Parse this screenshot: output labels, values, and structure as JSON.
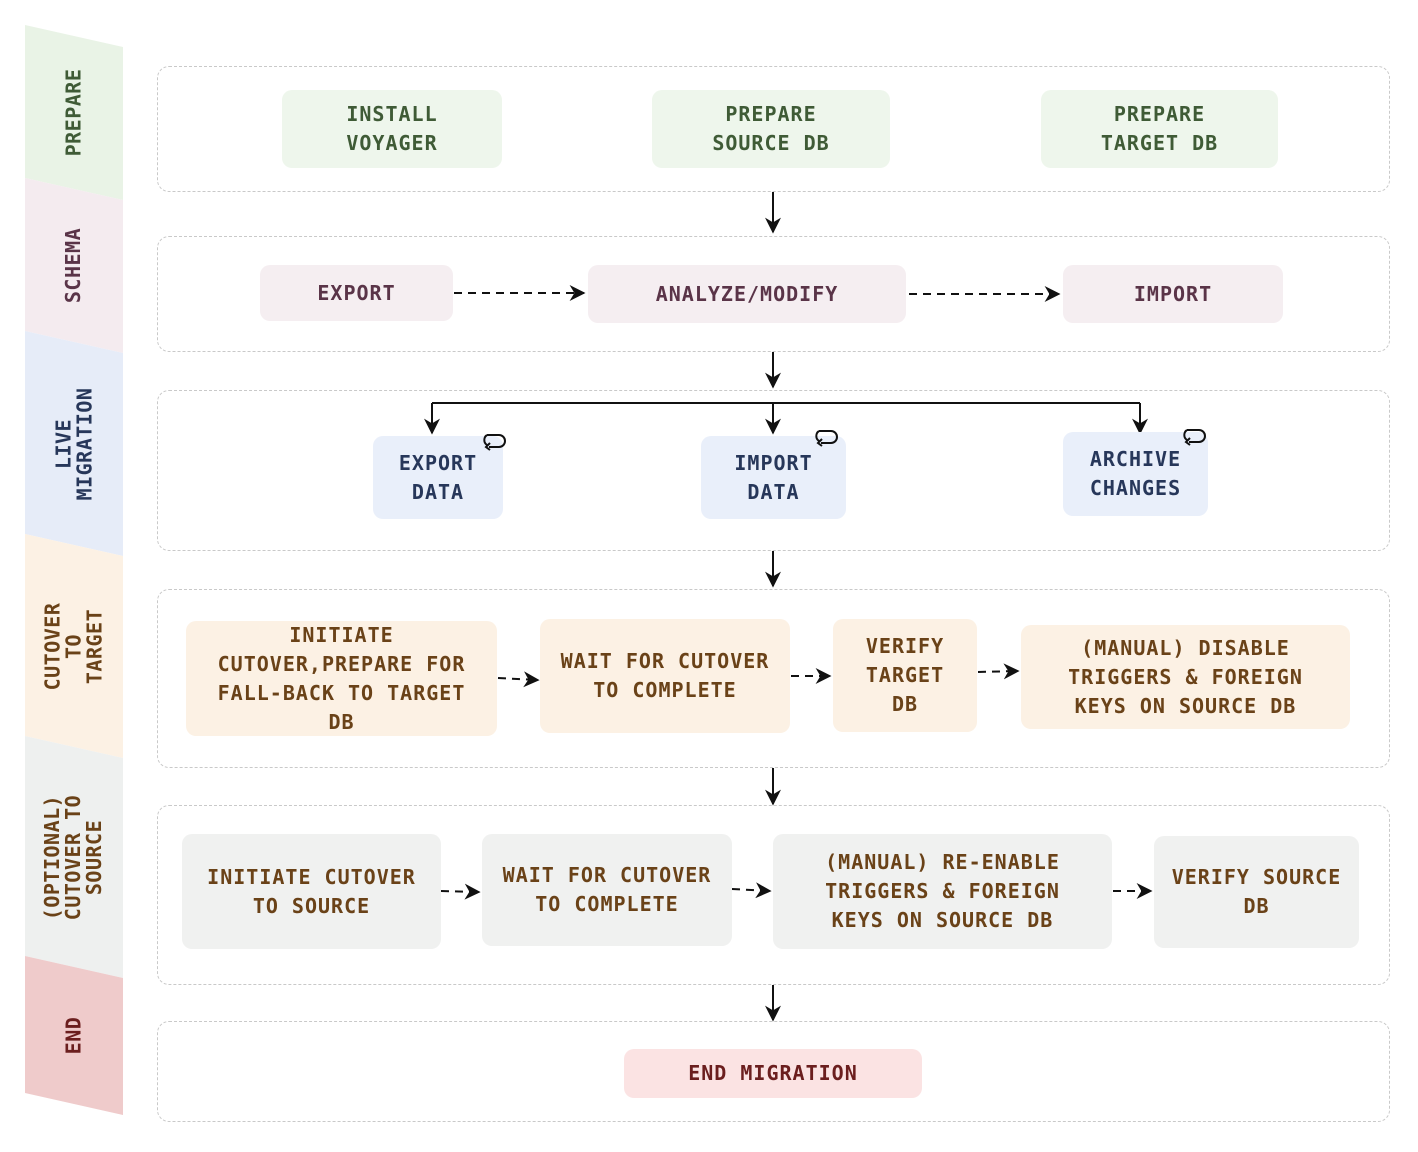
{
  "colors": {
    "prepare": {
      "band": "#e9f3e6",
      "node": "#eef6ec",
      "text": "#3f5b36"
    },
    "schema": {
      "band": "#f4ebef",
      "node": "#f5eef1",
      "text": "#5a3448"
    },
    "live": {
      "band": "#e6ecf8",
      "node": "#e9effa",
      "text": "#27375a"
    },
    "cutover_target": {
      "band": "#fcf1e4",
      "node": "#fcf1e4",
      "text": "#6a4218"
    },
    "cutover_source": {
      "band": "#eef0ef",
      "node": "#f0f1f0",
      "text": "#6a4218"
    },
    "end": {
      "band": "#efcbcb",
      "node": "#fbe3e3",
      "text": "#6b1e1e"
    },
    "edge": "#111111"
  },
  "phases": [
    {
      "id": "prepare",
      "label": "PREPARE"
    },
    {
      "id": "schema",
      "label": "SCHEMA"
    },
    {
      "id": "live",
      "label": "LIVE\nMIGRATION"
    },
    {
      "id": "cutover_target",
      "label": "CUTOVER TO\nTARGET"
    },
    {
      "id": "cutover_source",
      "label": "(OPTIONAL)\nCUTOVER TO\nSOURCE"
    },
    {
      "id": "end",
      "label": "END"
    }
  ],
  "nodes": {
    "install_voyager": "INSTALL\nVOYAGER",
    "prepare_source_db": "PREPARE\nSOURCE DB",
    "prepare_target_db": "PREPARE\nTARGET DB",
    "export_schema": "EXPORT",
    "analyze_modify": "ANALYZE/MODIFY",
    "import_schema": "IMPORT",
    "export_data": "EXPORT\nDATA",
    "import_data": "IMPORT\nDATA",
    "archive_changes": "ARCHIVE\nCHANGES",
    "initiate_cutover_target": "INITIATE\nCUTOVER,PREPARE FOR\nFALL-BACK TO TARGET\nDB",
    "wait_cutover_target": "WAIT FOR CUTOVER\nTO COMPLETE",
    "verify_target_db": "VERIFY\nTARGET\nDB",
    "disable_triggers": "(MANUAL) DISABLE\nTRIGGERS & FOREIGN\nKEYS ON SOURCE DB",
    "initiate_cutover_source": "INITIATE CUTOVER\nTO SOURCE",
    "wait_cutover_source": "WAIT FOR CUTOVER\nTO COMPLETE",
    "reenable_triggers": "(MANUAL) RE-ENABLE\nTRIGGERS & FOREIGN\nKEYS ON SOURCE DB",
    "verify_source_db": "VERIFY SOURCE\nDB",
    "end_migration": "END MIGRATION"
  }
}
